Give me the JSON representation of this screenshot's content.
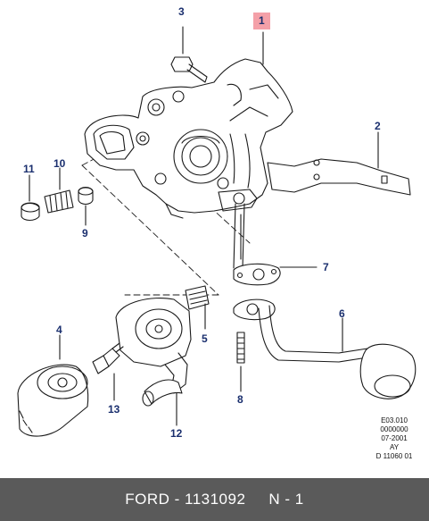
{
  "callouts": [
    {
      "num": "1",
      "highlighted": true
    },
    {
      "num": "2"
    },
    {
      "num": "3"
    },
    {
      "num": "4"
    },
    {
      "num": "5"
    },
    {
      "num": "6"
    },
    {
      "num": "7"
    },
    {
      "num": "8"
    },
    {
      "num": "9"
    },
    {
      "num": "10"
    },
    {
      "num": "11"
    },
    {
      "num": "12"
    },
    {
      "num": "13"
    }
  ],
  "ref_codes": [
    "E03.010",
    "0000000",
    "07-2001",
    "AY",
    "D 11060 01"
  ],
  "footer": {
    "brand": "FORD",
    "part_number": "1131092",
    "qty": "N - 1"
  },
  "colors": {
    "callout_text": "#1a2f6e",
    "highlight": "#f4a0a8",
    "footer_bg": "#5a5a5a",
    "line": "#1a1a1a"
  }
}
